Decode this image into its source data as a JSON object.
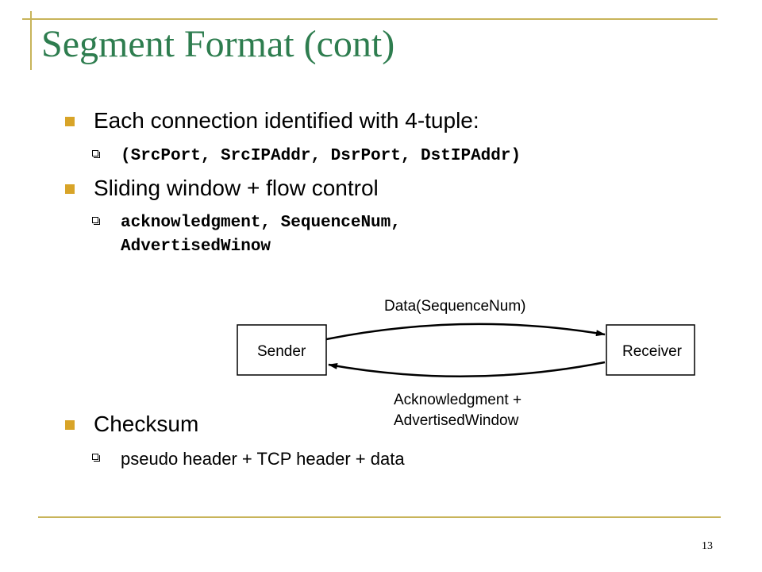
{
  "slide": {
    "title": "Segment Format (cont)",
    "page_number": "13"
  },
  "bullets": [
    {
      "text": "Each connection identified with 4-tuple:",
      "sub": [
        "(SrcPort, SrcIPAddr, DsrPort, DstIPAddr)"
      ]
    },
    {
      "text": "Sliding window + flow control",
      "sub": [
        "acknowledgment, SequenceNum,",
        "AdvertisedWinow"
      ]
    },
    {
      "text": "Checksum",
      "sub": [
        "pseudo header + TCP header + data"
      ]
    }
  ],
  "diagram": {
    "sender": "Sender",
    "receiver": "Receiver",
    "data_label": "Data(SequenceNum)",
    "ack_line1": "Acknowledgment +",
    "ack_line2": "AdvertisedWindow"
  },
  "colors": {
    "title": "#2e7d4f",
    "accent": "#d8a428",
    "rule": "#c8b45a"
  }
}
